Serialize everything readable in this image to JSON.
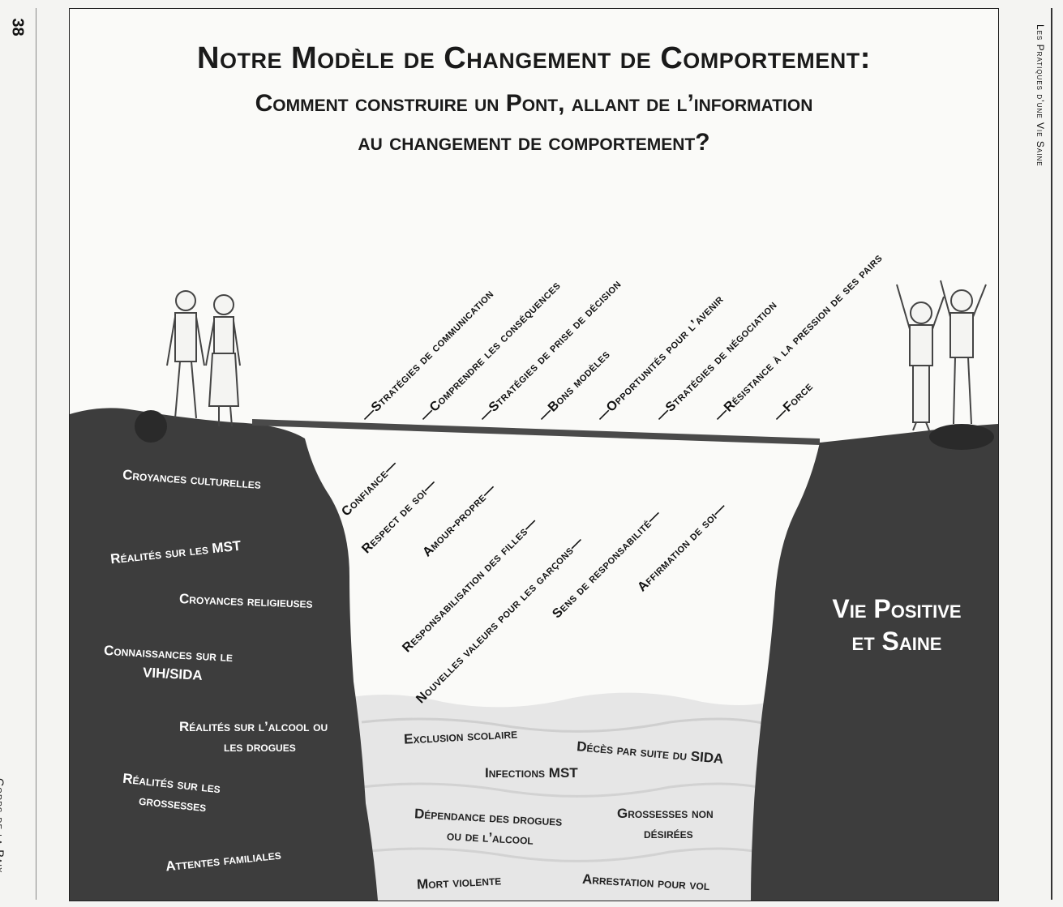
{
  "page": {
    "number": "38",
    "footer_left": "Corps de la Paix",
    "header_right": "Les Pratiques d’une Vie Saine"
  },
  "title": {
    "line1": "Notre Modèle de Changement de Comportement:",
    "line2": "Comment construire un Pont, allant de l’information",
    "line3": "au changement de comportement?"
  },
  "bridge": {
    "upper_labels": [
      "Stratégies de communication",
      "Comprendre les conséquences",
      "Stratégies de prise de décision",
      "Bons modèles",
      "Opportunités pour l’avenir",
      "Stratégies de négociation",
      "Résistance à la pression de ses pairs",
      "Force"
    ],
    "lower_labels": [
      "Confiance",
      "Respect de soi",
      "Amour-propre",
      "Responsabilisation des filles",
      "Nouvelles valeurs pour les garçons",
      "Sens de responsabilité",
      "Affirmation de soi"
    ]
  },
  "left_cliff": {
    "labels": [
      "Croyances culturelles",
      "Réalités sur les MST",
      "Croyances religieuses",
      "Connaissances sur le",
      "VIH/SIDA",
      "Réalités sur l’alcool ou",
      "les drogues",
      "Réalités sur les",
      "grossesses",
      "Attentes familiales"
    ]
  },
  "right_cliff": {
    "line1": "Vie Positive",
    "line2": "et Saine"
  },
  "gorge": {
    "labels": [
      "Exclusion scolaire",
      "Décès par suite du SIDA",
      "Infections MST",
      "Dépendance des drogues",
      "ou de l’alcool",
      "Grossesses non",
      "désirées",
      "Mort violente",
      "Arrestation pour vol"
    ]
  },
  "colors": {
    "cliff": "#3d3d3d",
    "bridge": "#4a4a4a",
    "water": "#e6e6e6"
  }
}
